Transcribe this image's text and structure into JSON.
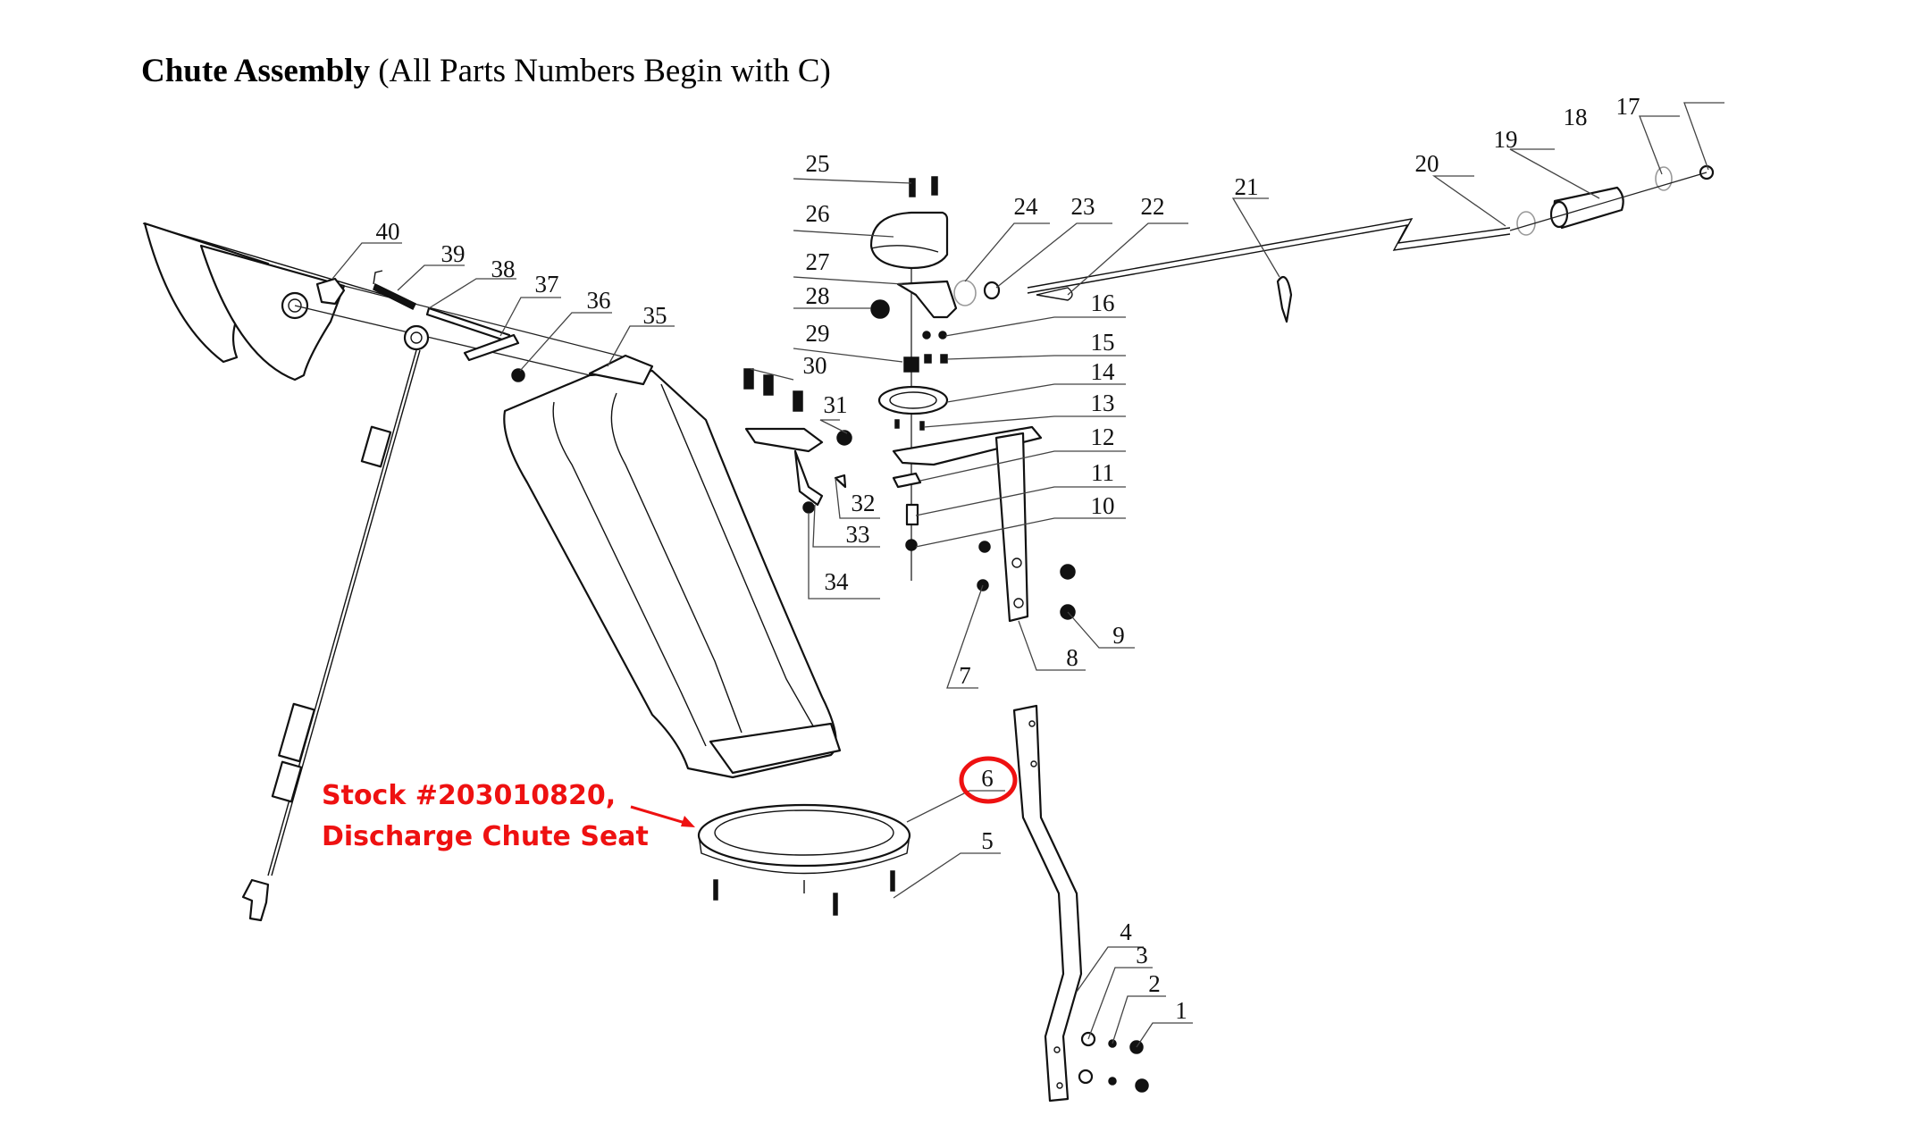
{
  "title": {
    "bold": "Chute Assembly",
    "normal": "(All Parts Numbers Begin with C)"
  },
  "annotation": {
    "line1": "Stock #203010820,",
    "line2": "Discharge Chute Seat",
    "color": "#ee1111",
    "highlighted_part": "6"
  },
  "callouts": [
    {
      "num": "1"
    },
    {
      "num": "2"
    },
    {
      "num": "3"
    },
    {
      "num": "4"
    },
    {
      "num": "5"
    },
    {
      "num": "6"
    },
    {
      "num": "7"
    },
    {
      "num": "8"
    },
    {
      "num": "9"
    },
    {
      "num": "10"
    },
    {
      "num": "11"
    },
    {
      "num": "12"
    },
    {
      "num": "13"
    },
    {
      "num": "14"
    },
    {
      "num": "15"
    },
    {
      "num": "16"
    },
    {
      "num": "17"
    },
    {
      "num": "18"
    },
    {
      "num": "19"
    },
    {
      "num": "20"
    },
    {
      "num": "21"
    },
    {
      "num": "22"
    },
    {
      "num": "23"
    },
    {
      "num": "24"
    },
    {
      "num": "25"
    },
    {
      "num": "26"
    },
    {
      "num": "27"
    },
    {
      "num": "28"
    },
    {
      "num": "29"
    },
    {
      "num": "30"
    },
    {
      "num": "31"
    },
    {
      "num": "32"
    },
    {
      "num": "33"
    },
    {
      "num": "34"
    },
    {
      "num": "35"
    },
    {
      "num": "36"
    },
    {
      "num": "37"
    },
    {
      "num": "38"
    },
    {
      "num": "39"
    },
    {
      "num": "40"
    }
  ]
}
